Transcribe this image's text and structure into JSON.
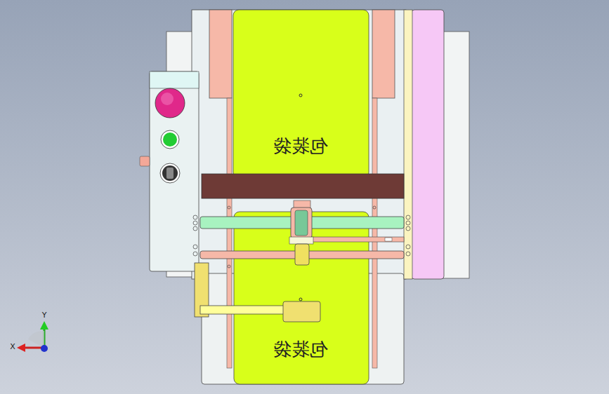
{
  "diagram": {
    "labels": [
      "包装袋",
      "包装袋",
      "Y",
      "X"
    ]
  }
}
